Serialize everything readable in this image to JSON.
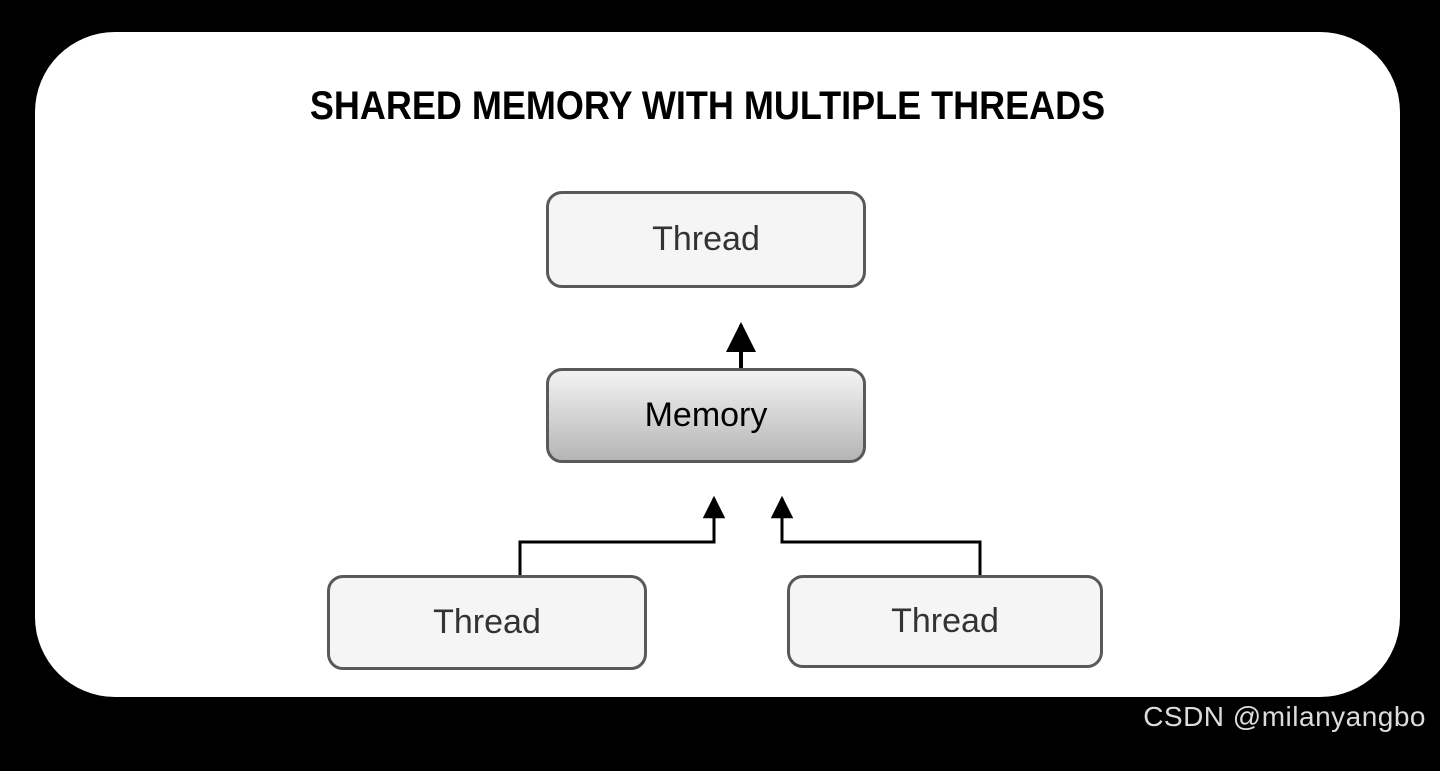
{
  "title": "SHARED MEMORY WITH MULTIPLE THREADS",
  "diagram": {
    "nodes": [
      {
        "id": "thread-top",
        "label": "Thread"
      },
      {
        "id": "memory",
        "label": "Memory"
      },
      {
        "id": "thread-left",
        "label": "Thread"
      },
      {
        "id": "thread-right",
        "label": "Thread"
      }
    ],
    "edges": [
      {
        "from": "thread-top",
        "to": "memory",
        "type": "bidirectional"
      },
      {
        "from": "memory",
        "to": "thread-left",
        "type": "bidirectional"
      },
      {
        "from": "memory",
        "to": "thread-right",
        "type": "bidirectional"
      }
    ]
  },
  "watermark": "CSDN @milanyangbo",
  "colors": {
    "bg": "#000000",
    "panel": "#ffffff",
    "node_fill": "#f5f5f5",
    "node_border": "#595959",
    "memory_fill_top": "#f3f3f3",
    "memory_fill_bottom": "#b5b5b5",
    "node_text": "#333333",
    "memory_text": "#000000",
    "title_text": "#000000",
    "arrow": "#000000",
    "watermark_text": "#dcdcdc"
  }
}
